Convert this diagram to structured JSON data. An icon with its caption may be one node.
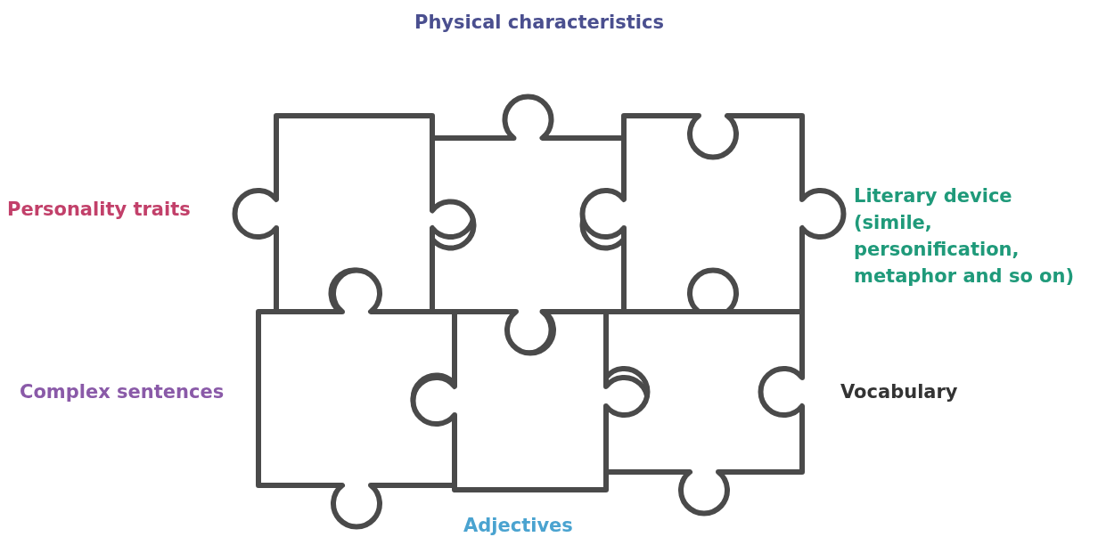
{
  "diagram": {
    "labels": [
      "Physical characteristics",
      "Personality traits",
      "Literary device (simile, personification, metaphor and so on)",
      "Complex sentences",
      "Vocabulary",
      "Adjectives"
    ]
  }
}
